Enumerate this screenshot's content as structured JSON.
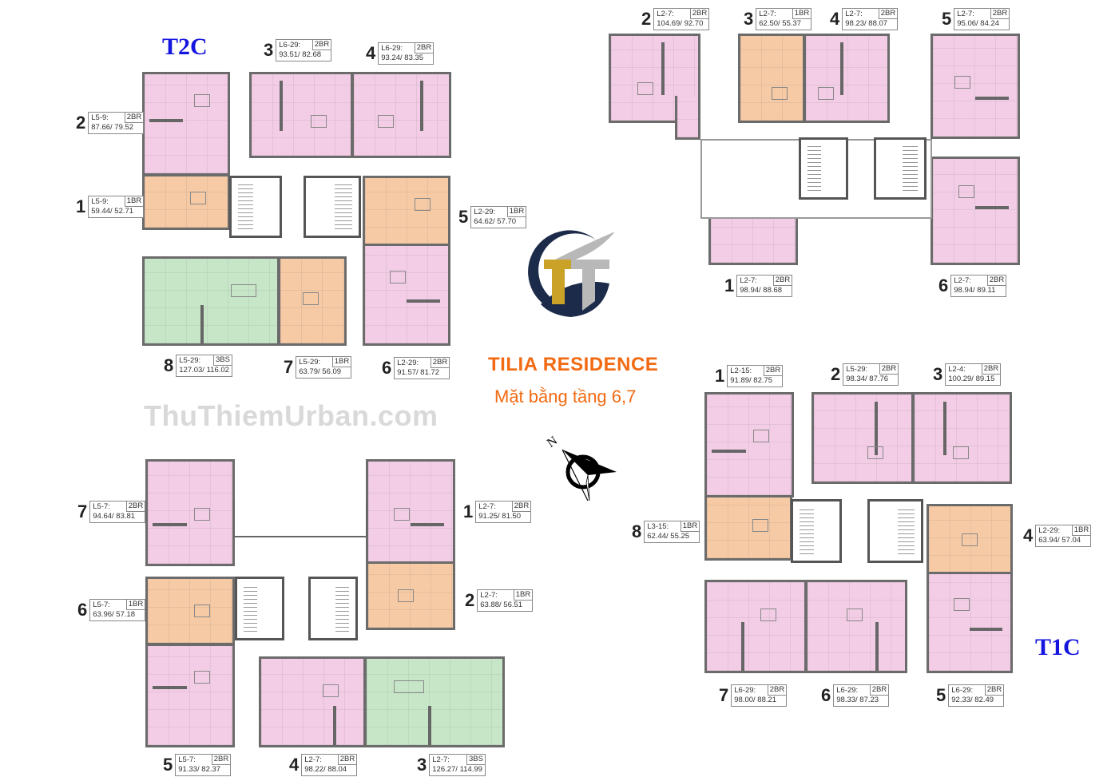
{
  "header": {
    "project_title": "TILIA RESIDENCE",
    "subtitle": "Mặt bằng tầng 6,7",
    "watermark": "ThuThiemUrban.com",
    "logo": "TT-logo",
    "compass_label": "N"
  },
  "colors": {
    "unit_2br": "#f3cde6",
    "unit_1br": "#f6caa5",
    "unit_3bs": "#c7e6c8",
    "title_orange": "#f26a12",
    "tower_blue": "#1515e0",
    "logo_navy": "#1c2b4a",
    "logo_gold": "#c9a227",
    "logo_silver": "#b8b8b8"
  },
  "towers": {
    "t2c": {
      "name": "T2C",
      "units": [
        {
          "no": "1",
          "floors": "L5-9:",
          "type": "1BR",
          "area": "59.44/ 52.71"
        },
        {
          "no": "2",
          "floors": "L5-9:",
          "type": "2BR",
          "area": "87.66/ 79.52"
        },
        {
          "no": "3",
          "floors": "L6-29:",
          "type": "2BR",
          "area": "93.51/ 82.68"
        },
        {
          "no": "4",
          "floors": "L6-29:",
          "type": "2BR",
          "area": "93.24/ 83.35"
        },
        {
          "no": "5",
          "floors": "L2-29:",
          "type": "1BR",
          "area": "64.62/ 57.70"
        },
        {
          "no": "6",
          "floors": "L2-29:",
          "type": "2BR",
          "area": "91.57/ 81.72"
        },
        {
          "no": "7",
          "floors": "L5-29:",
          "type": "1BR",
          "area": "63.79/ 56.09"
        },
        {
          "no": "8",
          "floors": "L5-29:",
          "type": "3BS",
          "area": "127.03/ 116.02"
        }
      ]
    },
    "top_right": {
      "name": "",
      "units": [
        {
          "no": "1",
          "floors": "L2-7:",
          "type": "2BR",
          "area": "98.94/ 88.68"
        },
        {
          "no": "2",
          "floors": "L2-7:",
          "type": "2BR",
          "area": "104.69/ 92.70"
        },
        {
          "no": "3",
          "floors": "L2-7:",
          "type": "1BR",
          "area": "62.50/ 55.37"
        },
        {
          "no": "4",
          "floors": "L2-7:",
          "type": "2BR",
          "area": "98.23/ 88.07"
        },
        {
          "no": "5",
          "floors": "L2-7:",
          "type": "2BR",
          "area": "95.06/ 84.24"
        },
        {
          "no": "6",
          "floors": "L2-7:",
          "type": "2BR",
          "area": "98.94/ 89.11"
        }
      ]
    },
    "bottom_left": {
      "name": "",
      "units": [
        {
          "no": "1",
          "floors": "L2-7:",
          "type": "2BR",
          "area": "91.25/ 81.50"
        },
        {
          "no": "2",
          "floors": "L2-7:",
          "type": "1BR",
          "area": "63.88/ 56.51"
        },
        {
          "no": "3",
          "floors": "L2-7:",
          "type": "3BS",
          "area": "126.27/ 114.99"
        },
        {
          "no": "4",
          "floors": "L2-7:",
          "type": "2BR",
          "area": "98.22/ 88.04"
        },
        {
          "no": "5",
          "floors": "L5-7:",
          "type": "2BR",
          "area": "91.33/ 82.37"
        },
        {
          "no": "6",
          "floors": "L5-7:",
          "type": "1BR",
          "area": "63.96/ 57.18"
        },
        {
          "no": "7",
          "floors": "L5-7:",
          "type": "2BR",
          "area": "94.64/ 83.81"
        }
      ]
    },
    "t1c": {
      "name": "T1C",
      "units": [
        {
          "no": "1",
          "floors": "L2-15:",
          "type": "2BR",
          "area": "91.89/ 82.75"
        },
        {
          "no": "2",
          "floors": "L5-29:",
          "type": "2BR",
          "area": "98.34/ 87.76"
        },
        {
          "no": "3",
          "floors": "L2-4:",
          "type": "2BR",
          "area": "100.29/ 89.15"
        },
        {
          "no": "4",
          "floors": "L2-29:",
          "type": "1BR",
          "area": "63.94/ 57.04"
        },
        {
          "no": "5",
          "floors": "L6-29:",
          "type": "2BR",
          "area": "92.33/ 82.49"
        },
        {
          "no": "6",
          "floors": "L6-29:",
          "type": "2BR",
          "area": "98.33/ 87.23"
        },
        {
          "no": "7",
          "floors": "L6-29:",
          "type": "2BR",
          "area": "98.00/ 88.21"
        },
        {
          "no": "8",
          "floors": "L3-15:",
          "type": "1BR",
          "area": "62.44/ 55.25"
        }
      ]
    }
  }
}
